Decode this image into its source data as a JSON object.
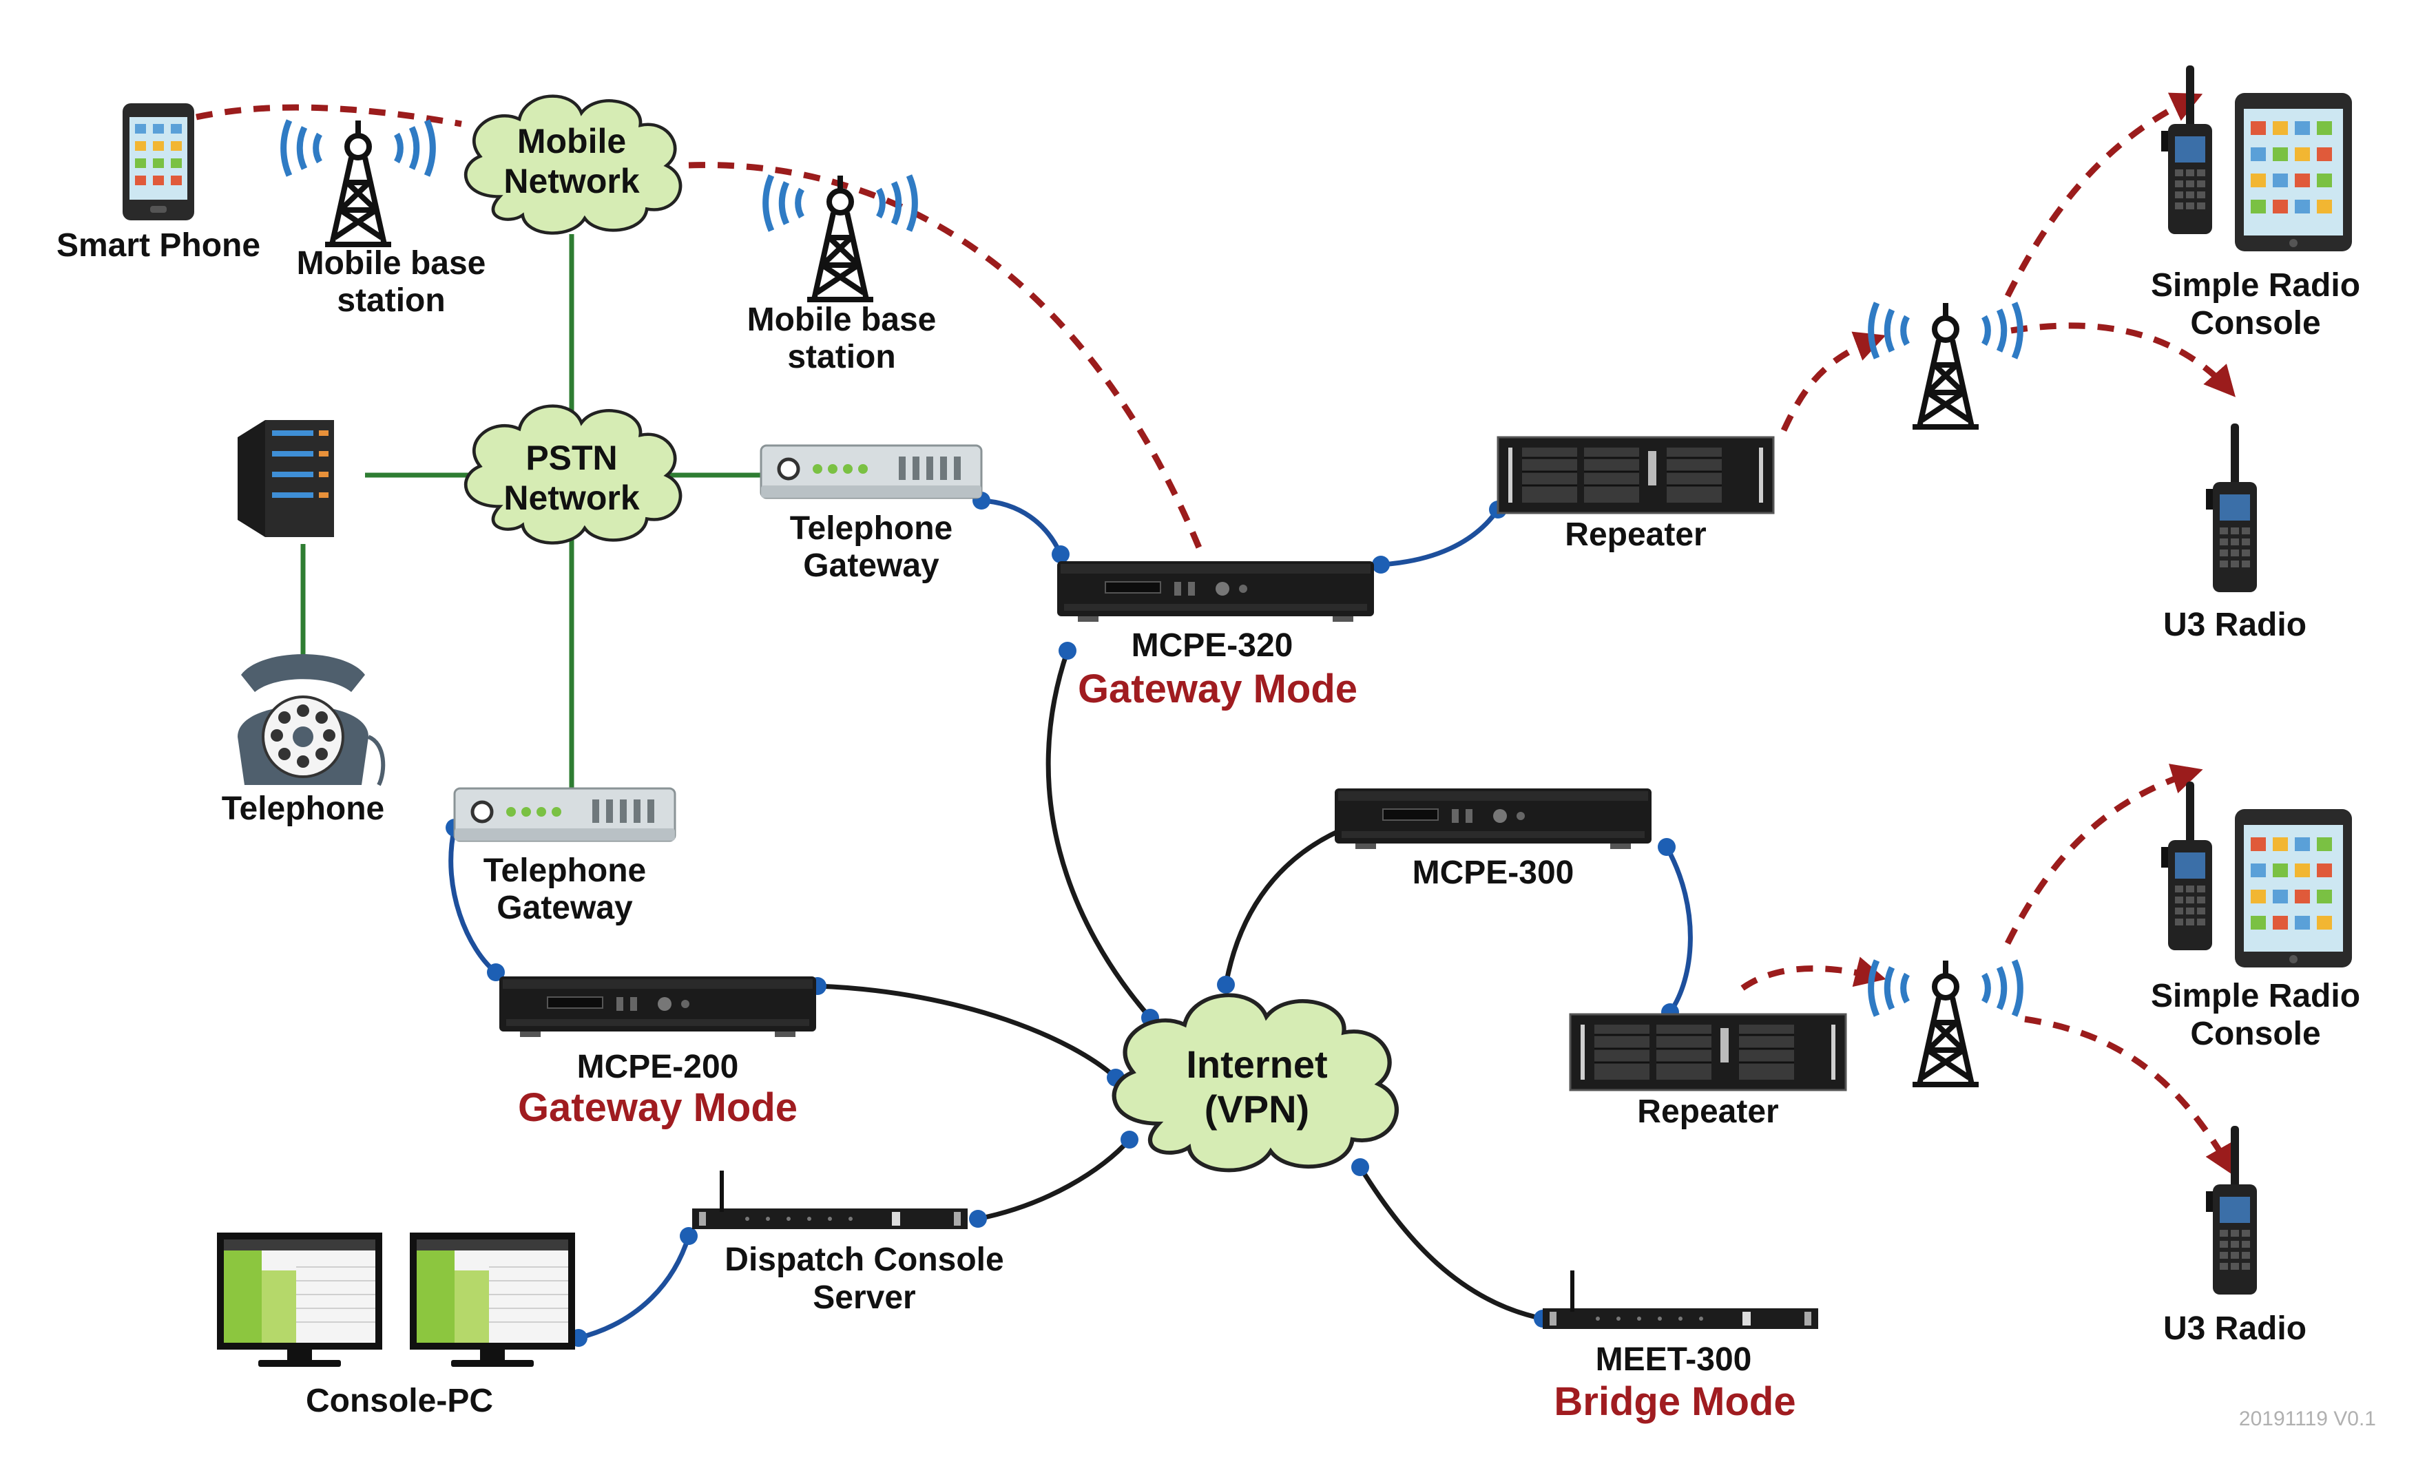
{
  "colors": {
    "wireless_link": "#9b1c1c",
    "pstn_link": "#2e7d32",
    "internet_link": "#1a1a1a",
    "gateway_link": "#1d4f9c",
    "connector_dot": "#1d5fb4",
    "mode_text": "#a01c20",
    "cloud_fill": "#d6ecb4",
    "signal_waves": "#2f7bc4"
  },
  "clouds": {
    "mobile": [
      "Mobile",
      "Network"
    ],
    "pstn": [
      "PSTN",
      "Network"
    ],
    "internet": [
      "Internet",
      "(VPN)"
    ]
  },
  "labels": {
    "smart_phone": "Smart Phone",
    "mobile_base_1": [
      "Mobile base",
      "station"
    ],
    "mobile_base_2": [
      "Mobile base",
      "station"
    ],
    "telephone": "Telephone",
    "tel_gateway_1": [
      "Telephone",
      "Gateway"
    ],
    "tel_gateway_2": [
      "Telephone",
      "Gateway"
    ],
    "mcpe320": "MCPE-320",
    "mcpe320_mode": "Gateway Mode",
    "mcpe200": "MCPE-200",
    "mcpe200_mode": "Gateway Mode",
    "mcpe300": "MCPE-300",
    "repeater_1": "Repeater",
    "repeater_2": "Repeater",
    "simple_radio_console_1": [
      "Simple Radio",
      "Console"
    ],
    "simple_radio_console_2": [
      "Simple Radio",
      "Console"
    ],
    "u3_radio_1": "U3 Radio",
    "u3_radio_2": "U3 Radio",
    "dispatch_server": [
      "Dispatch Console",
      "Server"
    ],
    "console_pc": "Console-PC",
    "meet300": "MEET-300",
    "meet300_mode": "Bridge Mode",
    "version": "20191119 V0.1"
  },
  "icons": [
    "smartphone-icon",
    "cell-tower-icon",
    "server-rack-icon",
    "rotary-telephone-icon",
    "gateway-box-icon",
    "rack-device-icon",
    "repeater-icon",
    "handheld-radio-icon",
    "tablet-icon",
    "monitor-icon"
  ]
}
